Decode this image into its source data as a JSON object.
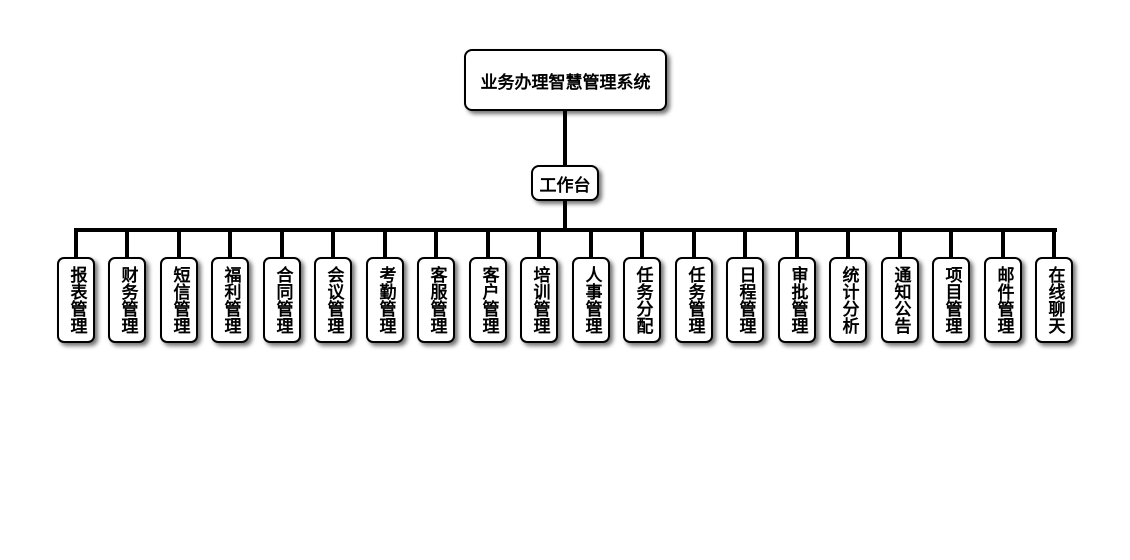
{
  "colors": {
    "line": "#000000",
    "box_border": "#000000",
    "box_fill": "#ffffff",
    "text": "#000000"
  },
  "root": {
    "label": "业务办理智慧管理系统"
  },
  "hub": {
    "label": "工作台"
  },
  "modules": [
    {
      "label": "报表管理"
    },
    {
      "label": "财务管理"
    },
    {
      "label": "短信管理"
    },
    {
      "label": "福利管理"
    },
    {
      "label": "合同管理"
    },
    {
      "label": "会议管理"
    },
    {
      "label": "考勤管理"
    },
    {
      "label": "客服管理"
    },
    {
      "label": "客户管理"
    },
    {
      "label": "培训管理"
    },
    {
      "label": "人事管理"
    },
    {
      "label": "任务分配"
    },
    {
      "label": "任务管理"
    },
    {
      "label": "日程管理"
    },
    {
      "label": "审批管理"
    },
    {
      "label": "统计分析"
    },
    {
      "label": "通知公告"
    },
    {
      "label": "项目管理"
    },
    {
      "label": "邮件管理"
    },
    {
      "label": "在线聊天"
    }
  ]
}
